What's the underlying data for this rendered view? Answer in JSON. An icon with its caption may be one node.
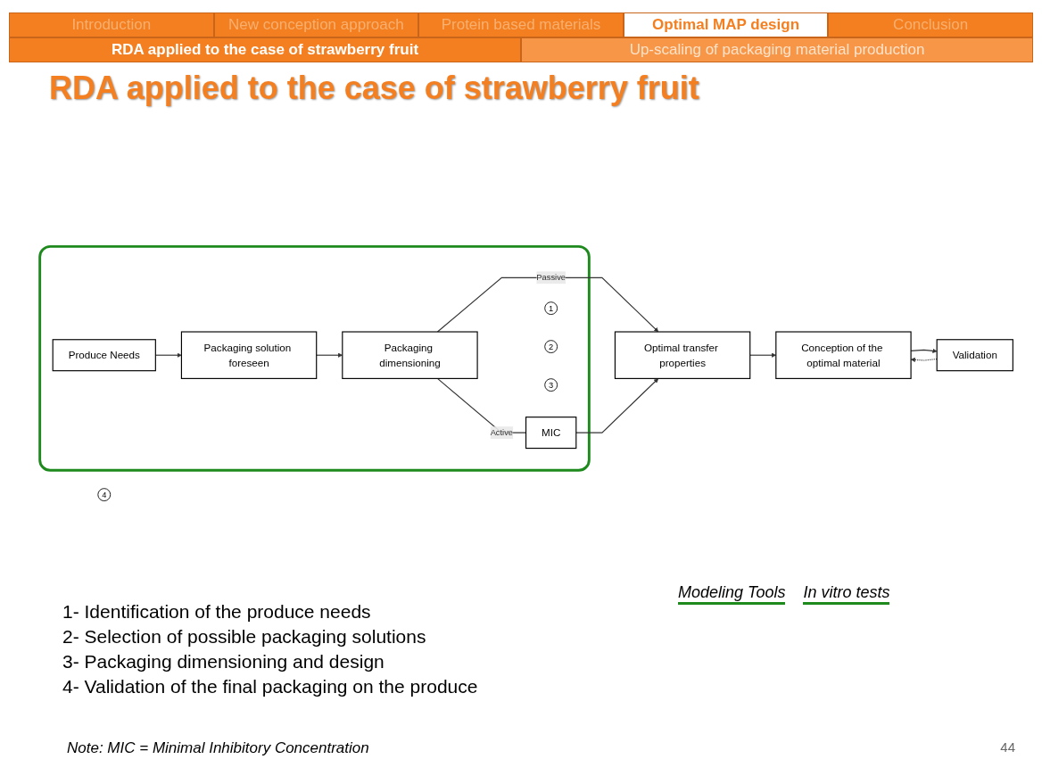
{
  "diagram": {
    "title": "RDA applied to the case of strawberry fruit",
    "nodes": [
      {
        "text": [],
        "shape": "box"
      },
      {
        "text": [
          "Produce Needs"
        ],
        "in": 0
      },
      {
        "text": [
          "Packaging solution foreseen"
        ],
        "in": 0
      },
      {
        "text": [
          "Packaging dimensioning"
        ],
        "in": 0
      },
      {
        "text": [
          "Optimal transfer properties"
        ]
      },
      {
        "text": [
          "MIC"
        ],
        "in": 0
      },
      {
        "text": [
          "Conception of the optimal material"
        ]
      },
      {
        "text": [
          "Validation"
        ]
      },
      {
        "text": [
          "1"
        ],
        "in": 0
      },
      {
        "text": [
          "2"
        ],
        "in": 0
      },
      {
        "text": [
          "3"
        ],
        "in": 0
      },
      {
        "text": [
          "4"
        ]
      }
    ],
    "edges": [
      {
        "from": 1,
        "to": 2,
        "arrow": "to"
      },
      {
        "from": 2,
        "to": 3,
        "arrow": "to"
      },
      {
        "from": 3,
        "to": 4,
        "arrow": "to",
        "label": "Passive"
      },
      {
        "from": 3,
        "to": 5,
        "arrow": "none",
        "label": "Active"
      },
      {
        "from": 5,
        "to": 4,
        "arrow": "to"
      },
      {
        "from": 4,
        "to": 6,
        "arrow": "to"
      },
      {
        "from": 6,
        "to": 7,
        "arrow": "to"
      },
      {
        "from": 7,
        "to": 6,
        "arrow": "to",
        "style": "dashed"
      }
    ],
    "labels": [
      "Introduction",
      "New conception approach",
      "Protein based materials",
      "Optimal MAP design",
      "Conclusion",
      "RDA applied to the case of strawberry fruit",
      "Up-scaling of packaging material production",
      "Modeling Tools",
      "In vitro tests",
      "1- Identification of the produce needs",
      "2- Selection of possible packaging solutions",
      "3- Packaging dimensioning and design",
      "4- Validation of the final packaging on the produce",
      "Note: MIC = Minimal Inhibitory Concentration",
      "44"
    ]
  }
}
